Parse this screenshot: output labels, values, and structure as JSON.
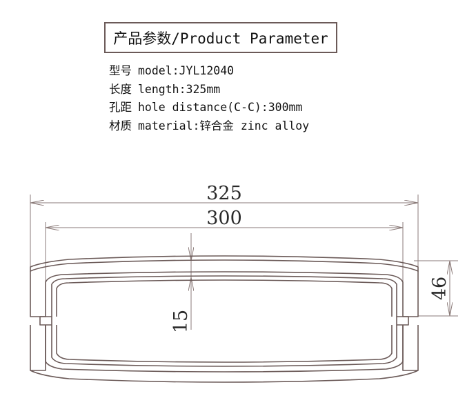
{
  "title": "产品参数/Product Parameter",
  "params": [
    {
      "zh": "型号",
      "text": "model:JYL12040"
    },
    {
      "zh": "长度",
      "text": "length:325mm"
    },
    {
      "zh": "孔距",
      "text": "hole distance(C-C):300mm"
    },
    {
      "zh": "材质",
      "text": "material:锌合金 zinc alloy"
    }
  ],
  "dimensions": {
    "overall_length": "325",
    "hole_distance": "300",
    "grip_height": "15",
    "total_height": "46"
  },
  "colors": {
    "line": "#6b5a58",
    "dim_line": "#8a7a78",
    "text": "#111111"
  }
}
